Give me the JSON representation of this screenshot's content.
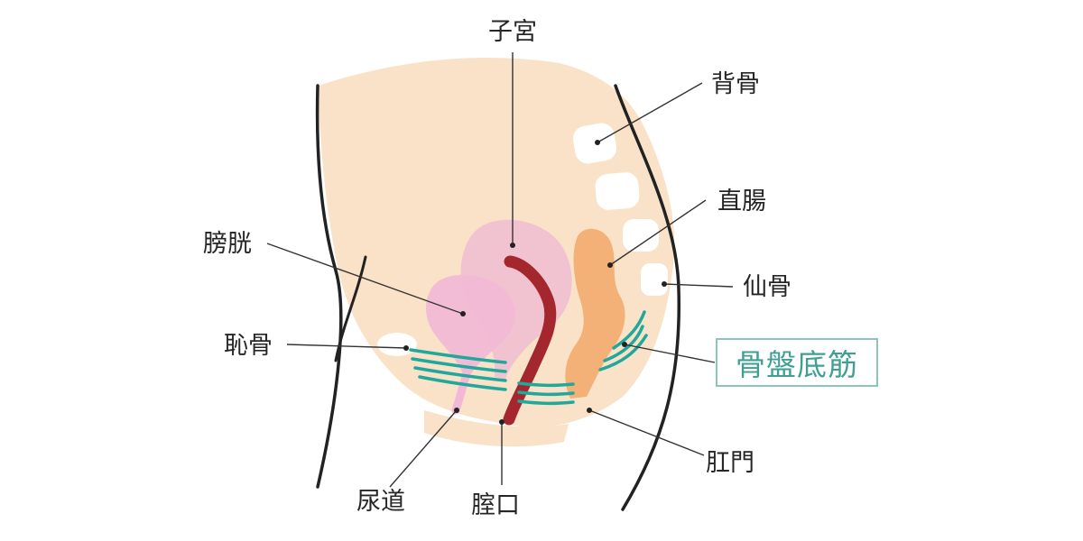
{
  "labels": {
    "uterus": "子宮",
    "spine": "背骨",
    "rectum": "直腸",
    "bladder": "膀胱",
    "sacrum": "仙骨",
    "pubic_bone": "恥骨",
    "pelvic_floor": "骨盤底筋",
    "anus": "肛門",
    "urethra": "尿道",
    "vagina": "腟口"
  },
  "colors": {
    "skin": "#f9e2c7",
    "bladder": "#f2b9d6",
    "uterus": "#f0bfcf",
    "canal": "#a3272d",
    "rectum": "#f3b177",
    "muscle": "#1fa89b",
    "highlight_border": "#8cc3ba",
    "highlight_text": "#3f9f93",
    "outline": "#222222",
    "leader": "#333333"
  }
}
